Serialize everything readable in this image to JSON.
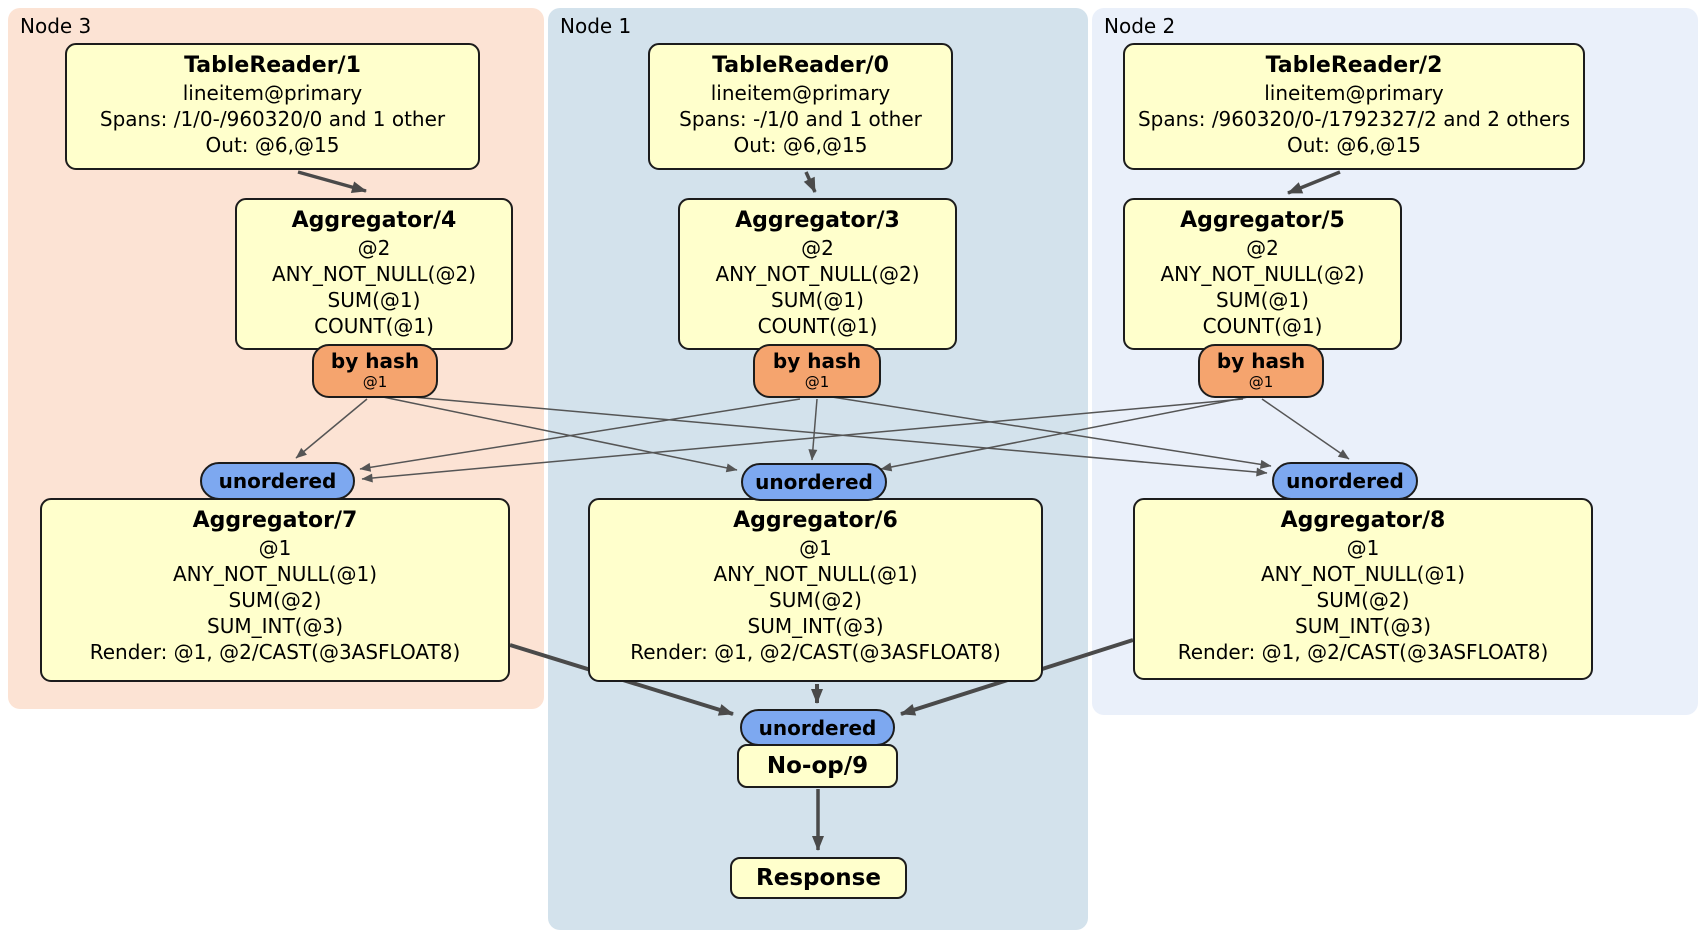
{
  "colors": {
    "panel_node3_bg": "#fce3d4",
    "panel_node1_bg": "#d3e2ec",
    "panel_node2_bg": "#eaf0fa",
    "processor_box_bg": "#ffffcc",
    "processor_box_border": "#1c1c1c",
    "router_bg": "#f5a46e",
    "sync_bg": "#7da8f0",
    "edge_thick": "#4a4a4a",
    "edge_thin": "#555555"
  },
  "panels": [
    {
      "label": "Node 3"
    },
    {
      "label": "Node 1"
    },
    {
      "label": "Node 2"
    }
  ],
  "processors": {
    "tr1": {
      "title": "TableReader/1",
      "lines": [
        "lineitem@primary",
        "Spans: /1/0-/960320/0 and 1 other",
        "Out: @6,@15"
      ]
    },
    "tr0": {
      "title": "TableReader/0",
      "lines": [
        "lineitem@primary",
        "Spans: -/1/0 and 1 other",
        "Out: @6,@15"
      ]
    },
    "tr2": {
      "title": "TableReader/2",
      "lines": [
        "lineitem@primary",
        "Spans: /960320/0-/1792327/2 and 2 others",
        "Out: @6,@15"
      ]
    },
    "agg4": {
      "title": "Aggregator/4",
      "lines": [
        "@2",
        "ANY_NOT_NULL(@2)",
        "SUM(@1)",
        "COUNT(@1)"
      ]
    },
    "agg3": {
      "title": "Aggregator/3",
      "lines": [
        "@2",
        "ANY_NOT_NULL(@2)",
        "SUM(@1)",
        "COUNT(@1)"
      ]
    },
    "agg5": {
      "title": "Aggregator/5",
      "lines": [
        "@2",
        "ANY_NOT_NULL(@2)",
        "SUM(@1)",
        "COUNT(@1)"
      ]
    },
    "agg7": {
      "title": "Aggregator/7",
      "lines": [
        "@1",
        "ANY_NOT_NULL(@1)",
        "SUM(@2)",
        "SUM_INT(@3)",
        "Render: @1, @2/CAST(@3ASFLOAT8)"
      ]
    },
    "agg6": {
      "title": "Aggregator/6",
      "lines": [
        "@1",
        "ANY_NOT_NULL(@1)",
        "SUM(@2)",
        "SUM_INT(@3)",
        "Render: @1, @2/CAST(@3ASFLOAT8)"
      ]
    },
    "agg8": {
      "title": "Aggregator/8",
      "lines": [
        "@1",
        "ANY_NOT_NULL(@1)",
        "SUM(@2)",
        "SUM_INT(@3)",
        "Render: @1, @2/CAST(@3ASFLOAT8)"
      ]
    },
    "noop": {
      "title": "No-op/9"
    },
    "response": {
      "title": "Response"
    }
  },
  "router": {
    "label": "by hash",
    "sub": "@1"
  },
  "sync": {
    "label": "unordered"
  }
}
